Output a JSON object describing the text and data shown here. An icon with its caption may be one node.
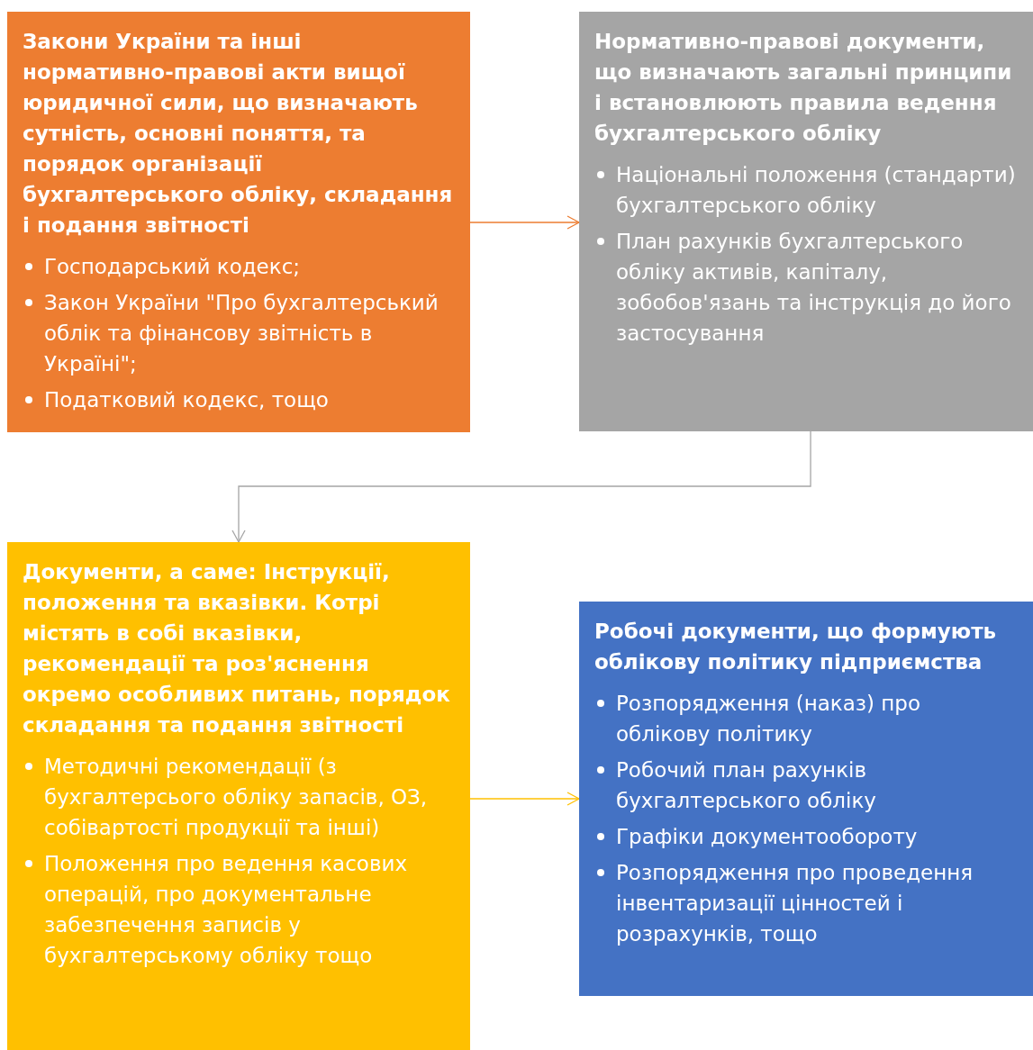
{
  "diagram": {
    "nodes": [
      {
        "text": [
          "Закони України та інші нормативно-правові акти вищої юридичної сили, що визначають сутність, основні поняття, та порядок організації бухгалтерського обліку, складання і подання звітності",
          "Господарський кодекс;",
          "Закон України \"Про бухгалтерський облік та фінансову звітність в Україні\";",
          "Податковий кодекс, тощо"
        ]
      },
      {
        "text": [
          "Нормативно-правові документи, що визначають загальні принципи і встановлюють правила ведення бухгалтерського обліку",
          "Національні положення (стандарти) бухгалтерського обліку",
          "План рахунків бухгалтерського обліку активів, капіталу, зобобов'язань та інструкція до його застосування"
        ]
      },
      {
        "text": [
          "Документи, а саме: Інструкції, положення та вказівки. Котрі містять в собі вказівки, рекомендації та роз'яснення окремо особливих питань, порядок складання та подання звітності",
          "Методичні рекомендації (з бухгалтерсього обліку запасів, ОЗ, собівартості продукції та інші)",
          "Положення про ведення касових операцій, про документальне забезпечення записів у бухгалтерському обліку тощо"
        ]
      },
      {
        "text": [
          "Робочі документи, що формують облікову політику підприємства",
          "Розпорядження (наказ) про облікову політику",
          "Робочий план рахунків бухгалтерського обліку",
          "Графіки документообороту",
          "Розпорядження про проведення інвентаризації цінностей і розрахунків, тощо"
        ]
      }
    ],
    "edges": [
      {
        "from": 0,
        "to": 1,
        "arrow": "to",
        "color": "#ed7d31"
      },
      {
        "from": 1,
        "to": 2,
        "arrow": "to",
        "color": "#a5a5a5"
      },
      {
        "from": 2,
        "to": 3,
        "arrow": "to",
        "color": "#ffc000"
      }
    ]
  }
}
